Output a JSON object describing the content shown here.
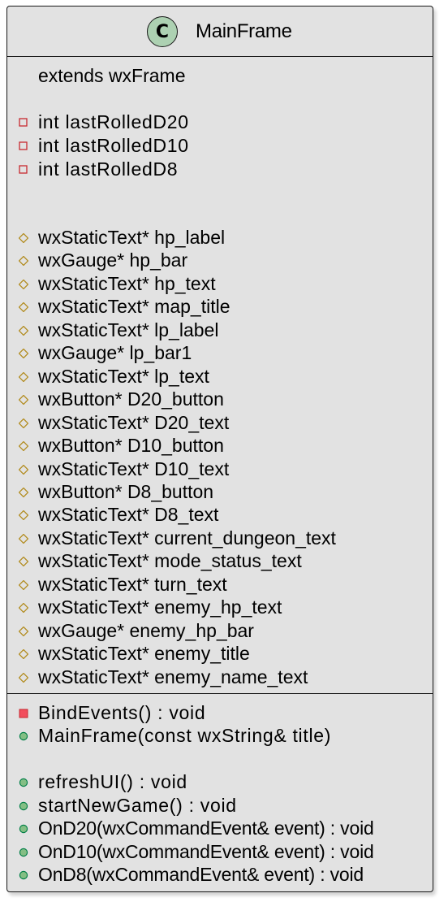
{
  "class": {
    "stereotype_letter": "C",
    "name": "MainFrame",
    "extends_text": "extends wxFrame",
    "private_fields": [
      "int lastRolledD20",
      "int lastRolledD10",
      "int lastRolledD8"
    ],
    "protected_fields": [
      "wxStaticText* hp_label",
      "wxGauge* hp_bar",
      "wxStaticText* hp_text",
      "wxStaticText* map_title",
      "wxStaticText* lp_label",
      "wxGauge* lp_bar1",
      "wxStaticText* lp_text",
      "wxButton* D20_button",
      "wxStaticText* D20_text",
      "wxButton* D10_button",
      "wxStaticText* D10_text",
      "wxButton* D8_button",
      "wxStaticText* D8_text",
      "wxStaticText* current_dungeon_text",
      "wxStaticText* mode_status_text",
      "wxStaticText* turn_text",
      "wxStaticText* enemy_hp_text",
      "wxGauge* enemy_hp_bar",
      "wxStaticText* enemy_title",
      "wxStaticText* enemy_name_text"
    ],
    "private_methods": [
      "BindEvents() : void"
    ],
    "public_methods_group1": [
      "MainFrame(const wxString& title)"
    ],
    "public_methods_group2": [
      "refreshUI() : void",
      "startNewGame() : void",
      "OnD20(wxCommandEvent& event) : void",
      "OnD10(wxCommandEvent& event) : void",
      "OnD8(wxCommandEvent& event) : void"
    ]
  },
  "colors": {
    "background": "#e2e2e2",
    "stereotype_circle": "#add1b2",
    "private_marker": "#c82930",
    "private_method_fill": "#f24d5c",
    "protected_marker": "#b38d22",
    "public_marker": "#038048",
    "public_fill": "#84be84"
  }
}
